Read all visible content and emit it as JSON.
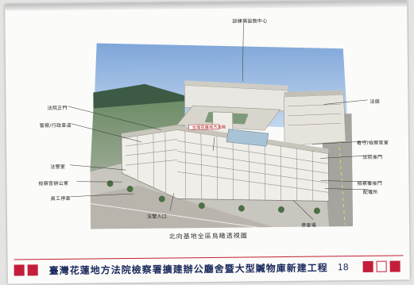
{
  "labels": {
    "top": "訓練場設施中心",
    "left": [
      "法院正門",
      "警察/行政車道",
      "法警室",
      "檢察官辦公室",
      "員工停車"
    ],
    "left_bottom": "法警入口",
    "center_sign": "台灣花蓮地方法院",
    "right": [
      "法庭",
      "看守/檢察官室",
      "法院後門",
      "檢察署後門",
      "配電所"
    ],
    "bottom": "停車場"
  },
  "caption": "北向基地全區鳥瞰透視圖",
  "footer": {
    "title": "臺灣花蓮地方法院檢察署擴建辦公廳舍暨大型贓物庫新建工程",
    "page": "18"
  }
}
